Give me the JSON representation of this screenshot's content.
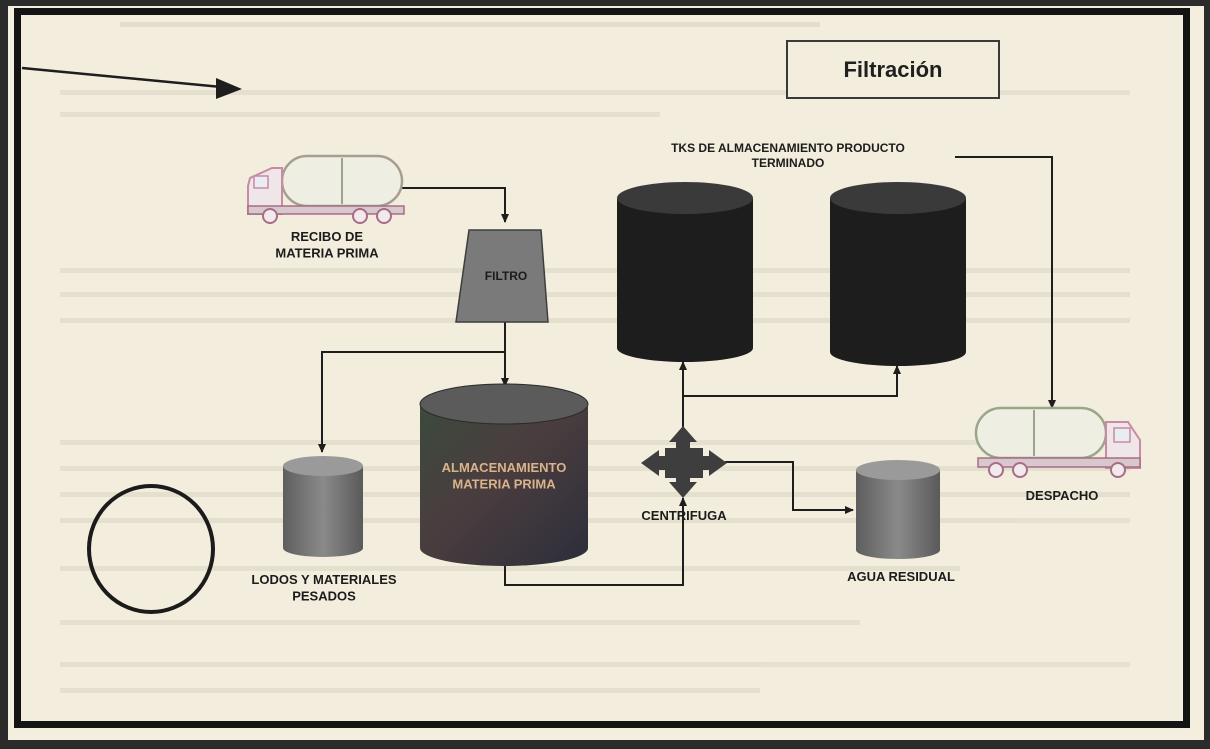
{
  "diagram": {
    "title": "Filtración",
    "nodes": {
      "receipt": "RECIBO DE\nMATERIA PRIMA",
      "filter": "FILTRO",
      "storage_raw": "ALMACENAMIENTO\nMATERIA PRIMA",
      "sludge": "LODOS Y MATERIALES\nPESADOS",
      "centrifuge": "CENTRIFUGA",
      "wastewater": "AGUA RESIDUAL",
      "product_tanks": "TKS DE ALMACENAMIENTO PRODUCTO\nTERMINADO",
      "dispatch": "DESPACHO"
    }
  },
  "colors": {
    "tank_dark": "#1e1e1e",
    "tank_gray": "#6f6f6f",
    "line": "#1e1e1e",
    "frame": "#141414"
  }
}
